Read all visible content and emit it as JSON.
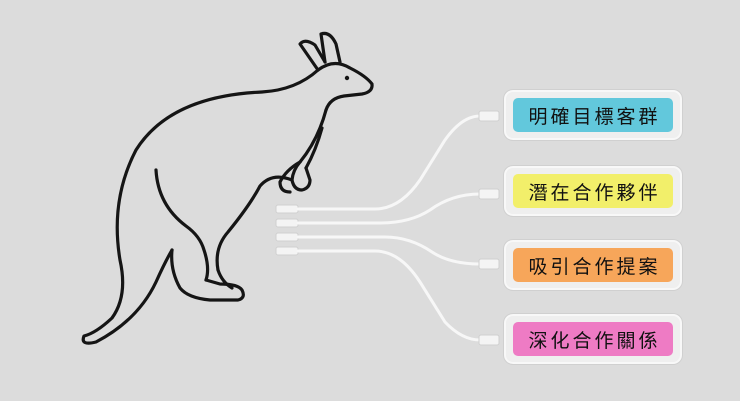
{
  "items": [
    {
      "label": "明確目標客群",
      "color": "#62c8dc"
    },
    {
      "label": "潛在合作夥伴",
      "color": "#f2ef6a"
    },
    {
      "label": "吸引合作提案",
      "color": "#f7a65a"
    },
    {
      "label": "深化合作關係",
      "color": "#ee7bc4"
    }
  ],
  "icons": {
    "figure": "kangaroo-icon",
    "connector": "usb-cable-icon"
  }
}
